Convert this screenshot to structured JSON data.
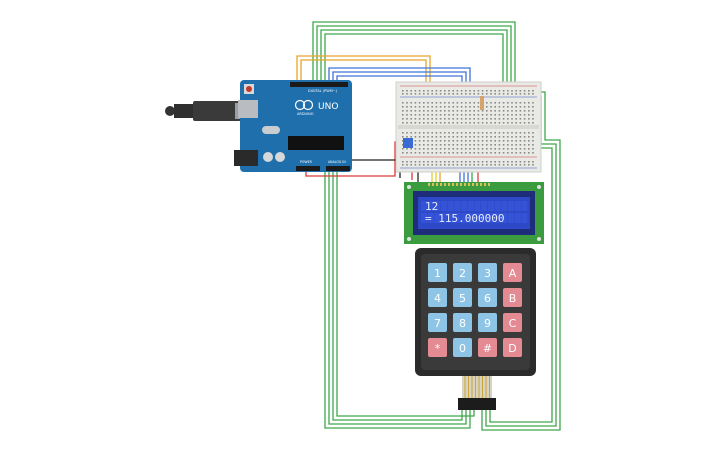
{
  "lcd": {
    "line1": "12",
    "line2": "= 115.000000"
  },
  "arduino": {
    "model_label": "UNO",
    "brand_label": "ARDUINO",
    "header_label": "DIGITAL (PWM~)",
    "power_label": "POWER",
    "analog_label": "ANALOG IN"
  },
  "keypad": {
    "rows": [
      [
        "1",
        "2",
        "3",
        "A"
      ],
      [
        "4",
        "5",
        "6",
        "B"
      ],
      [
        "7",
        "8",
        "9",
        "C"
      ],
      [
        "*",
        "0",
        "#",
        "D"
      ]
    ],
    "number_key_color": "#8ec5e6",
    "letter_key_color": "#e48a93"
  },
  "colors": {
    "arduino_board": "#1f6fad",
    "lcd_pcb": "#3a9b3f",
    "lcd_screen": "#2d49c7",
    "keypad_body": "#2b2b2b",
    "wire_green": "#3ea84a",
    "wire_orange": "#e8a52a",
    "wire_yellow": "#e3cf2b",
    "wire_blue": "#3f73d8",
    "wire_red": "#d83a3a",
    "wire_black": "#222222"
  }
}
